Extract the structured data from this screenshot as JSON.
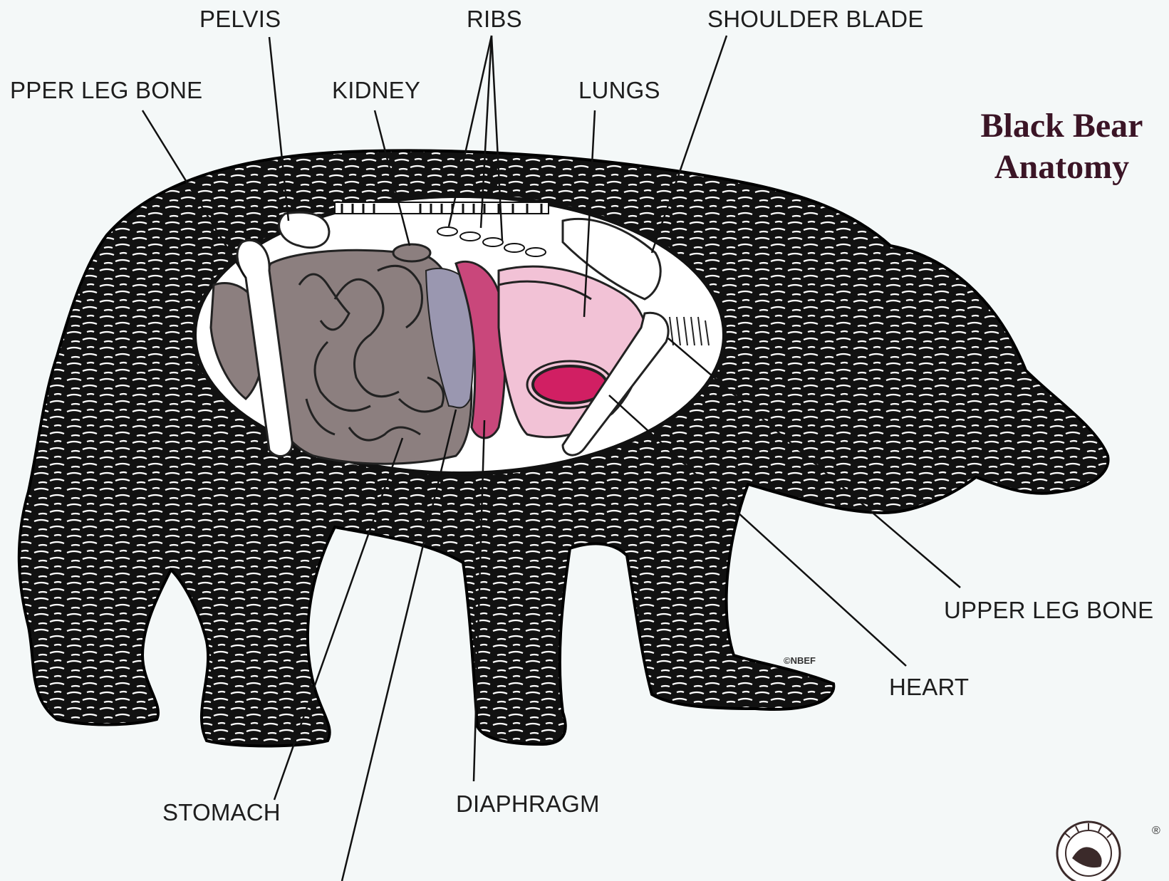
{
  "title": {
    "line1": "Black Bear",
    "line2": "Anatomy"
  },
  "labels": {
    "pelvis": "PELVIS",
    "ribs": "RIBS",
    "shoulder_blade": "SHOULDER BLADE",
    "upper_leg_bone_left": "PPER LEG BONE",
    "kidney": "KIDNEY",
    "lungs": "LUNGS",
    "upper_leg_bone_right": "UPPER LEG BONE",
    "heart": "HEART",
    "stomach": "STOMACH",
    "diaphragm": "DIAPHRAGM"
  },
  "copyright": "©NBEF",
  "registered_mark": "®",
  "colors": {
    "fur": "#111111",
    "cavity": "#ffffff",
    "intestine": "#8c7f7f",
    "liver_blue": "#9a97b0",
    "diaphragm": "#c9477b",
    "lungs": "#f2c2d6",
    "heart": "#d11f63",
    "title": "#3b1526"
  }
}
